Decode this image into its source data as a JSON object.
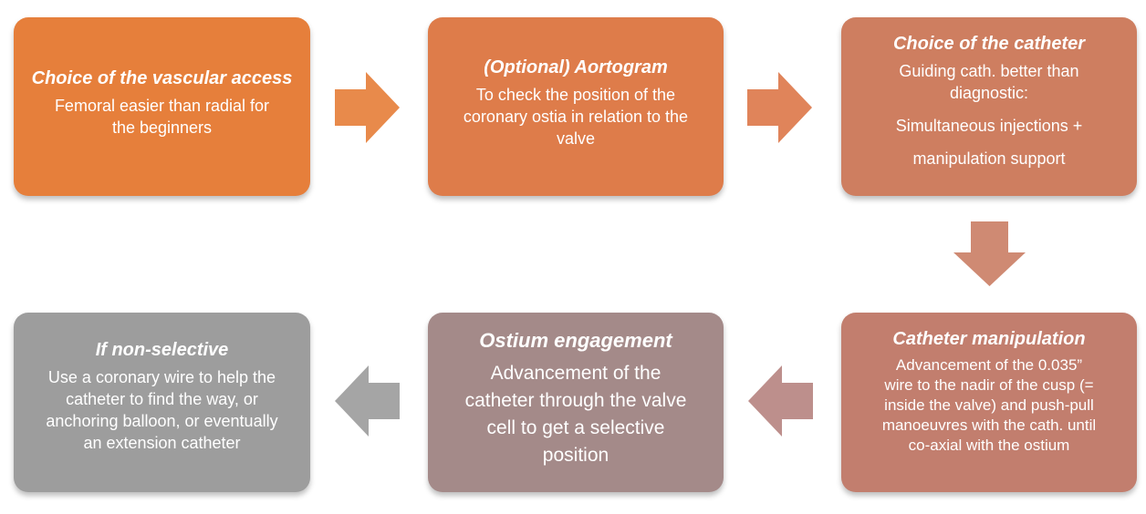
{
  "diagram": {
    "boxes": [
      {
        "id": "vascular-access",
        "title": "Choice of the vascular access",
        "lines": [
          "Femoral easier than radial for",
          "the beginners"
        ],
        "color": "#E67F3B"
      },
      {
        "id": "aortogram",
        "title": "(Optional) Aortogram",
        "lines": [
          "To check the position of the",
          "coronary ostia in relation to the",
          "valve"
        ],
        "color": "#DE7C4A"
      },
      {
        "id": "catheter-choice",
        "title": "Choice of the catheter",
        "lines": [
          "Guiding cath. better than",
          "diagnostic:",
          "Simultaneous injections +",
          "manipulation support"
        ],
        "color": "#CE7E60"
      },
      {
        "id": "catheter-manipulation",
        "title": "Catheter manipulation",
        "lines": [
          "Advancement of the 0.035”",
          "wire to the nadir of the cusp (=",
          "inside the valve) and push-pull",
          "manoeuvres with the cath. until",
          "co-axial with the ostium"
        ],
        "color": "#C27E6E"
      },
      {
        "id": "ostium-engagement",
        "title": "Ostium engagement",
        "lines": [
          "Advancement of the",
          "catheter through the valve",
          "cell to get a selective",
          "position"
        ],
        "color": "#A48A89"
      },
      {
        "id": "non-selective",
        "title": "If non-selective",
        "lines": [
          "Use a coronary wire to help the",
          "catheter to find the way, or",
          "anchoring balloon, or eventually",
          "an extension catheter"
        ],
        "color": "#9D9D9D"
      }
    ],
    "arrow_colors": {
      "a1": "#E88A4B",
      "a2": "#E0845A",
      "a3": "#CF8A73",
      "a4": "#BD8F8C",
      "a5": "#A5A5A5"
    }
  }
}
